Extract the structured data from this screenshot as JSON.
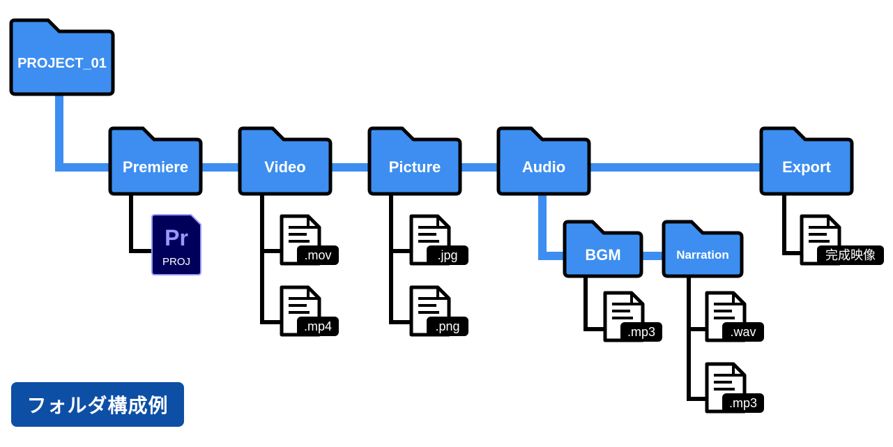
{
  "colors": {
    "folder_fill": "#3d8ef0",
    "connector": "#3d8ef0",
    "outline": "#000000",
    "premiere_bg": "#00005b",
    "premiere_text": "#9999ff",
    "badge_bg": "#0e4fa6"
  },
  "folders": {
    "root": "PROJECT_01",
    "premiere": "Premiere",
    "video": "Video",
    "picture": "Picture",
    "audio": "Audio",
    "export": "Export",
    "bgm": "BGM",
    "narration": "Narration"
  },
  "premiere_file": {
    "logo": "Pr",
    "ext": "PROJ"
  },
  "files": {
    "video_1": ".mov",
    "video_2": ".mp4",
    "picture_1": ".jpg",
    "picture_2": ".png",
    "bgm_1": ".mp3",
    "narration_1": ".wav",
    "narration_2": ".mp3",
    "export_1": "完成映像"
  },
  "icons": {
    "folder": "folder-icon",
    "document": "document-icon",
    "premiere": "premiere-pro-project-icon"
  },
  "legend": {
    "label": "フォルダ構成例"
  }
}
